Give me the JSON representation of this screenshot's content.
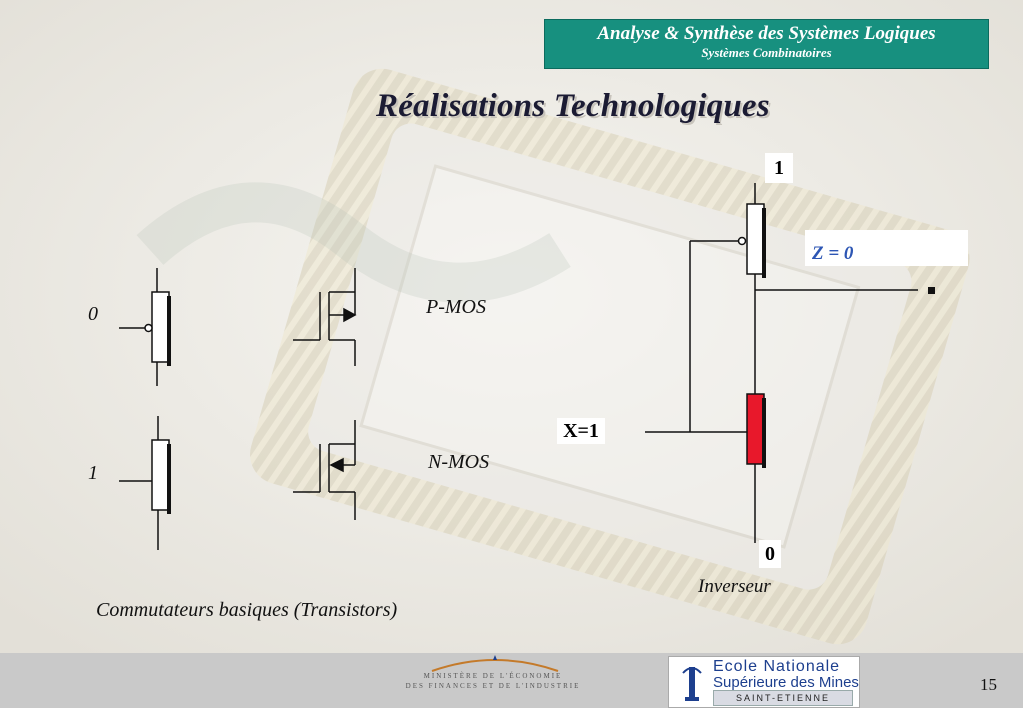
{
  "header": {
    "course_title": "Analyse & Synthèse des Systèmes Logiques",
    "chapter": "Systèmes Combinatoires"
  },
  "slide": {
    "title": "Réalisations Technologiques",
    "caption": "Commutateurs basiques (Transistors)",
    "page_number": "15"
  },
  "switches": {
    "input_0": "0",
    "input_1": "1",
    "pmos_label": "P-MOS",
    "nmos_label": "N-MOS"
  },
  "inverter": {
    "vdd_label": "1",
    "gnd_label": "0",
    "input_label": "X=1",
    "output_label": "Z = 0",
    "name": "Inverseur",
    "nmos_active_color": "#e8182b"
  },
  "footer": {
    "ministry_line1": "MINISTÈRE DE L'ÉCONOMIE",
    "ministry_line2": "DES FINANCES ET DE L'INDUSTRIE",
    "school_line1": "Ecole Nationale",
    "school_line2": "Supérieure des Mines",
    "school_line3": "SAINT-ETIENNE"
  }
}
